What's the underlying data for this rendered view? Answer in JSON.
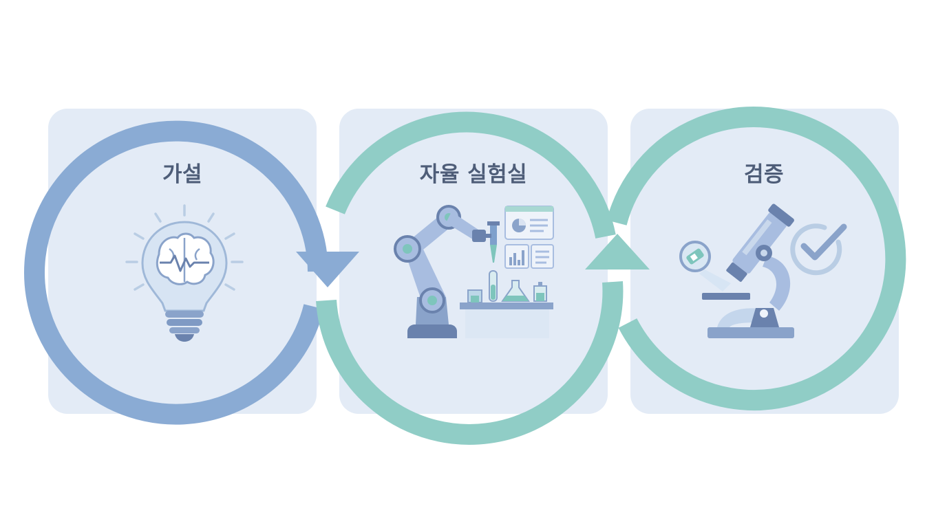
{
  "stages": [
    {
      "label": "가설",
      "icon": "lightbulb-brain-icon",
      "ring_color": "#8aabd4"
    },
    {
      "label": "자율 실험실",
      "icon": "robot-arm-lab-icon",
      "ring_color": "#90cdc6"
    },
    {
      "label": "검증",
      "icon": "microscope-check-icon",
      "ring_color": "#90cdc6"
    }
  ],
  "colors": {
    "panel_bg": "#e3ebf6",
    "icon_blue": "#8aa3ca",
    "icon_dark": "#6a82ad",
    "icon_light": "#c9d8ec",
    "teal": "#90cdc6",
    "text": "#4e5d78"
  }
}
